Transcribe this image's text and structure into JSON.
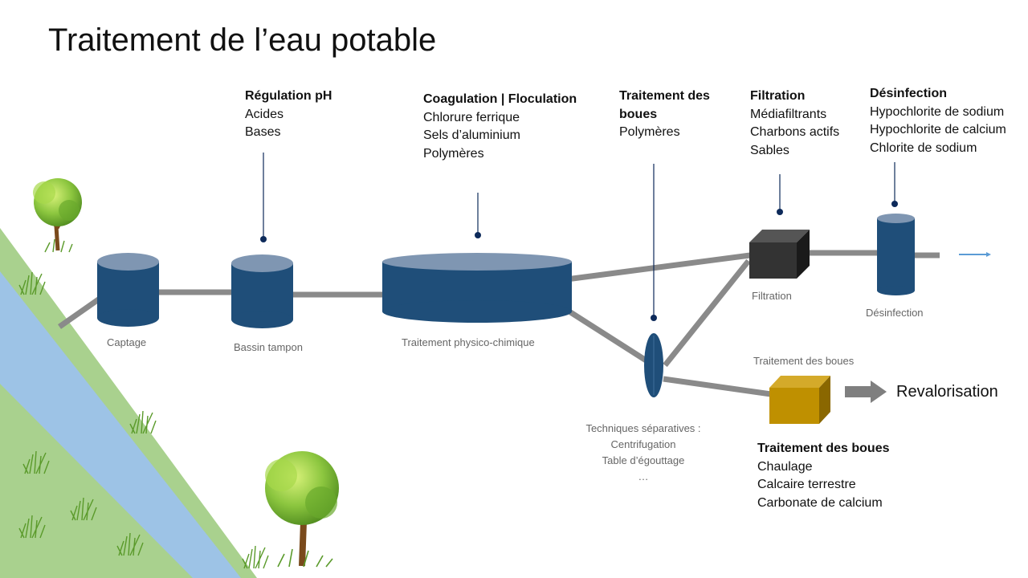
{
  "title": "Traitement de l’eau potable",
  "annotations": {
    "ph": {
      "heading": "Régulation pH",
      "items": [
        "Acides",
        "Bases"
      ]
    },
    "coag": {
      "heading": "Coagulation | Floculation",
      "items": [
        "Chlorure ferrique",
        "Sels d’aluminium",
        "Polymères"
      ]
    },
    "boues_top": {
      "heading_lines": [
        "Traitement des",
        "boues"
      ],
      "items": [
        "Polymères"
      ]
    },
    "filtration": {
      "heading": "Filtration",
      "items": [
        "Médiafiltrants",
        "Charbons actifs",
        "Sables"
      ]
    },
    "desinfection": {
      "heading": "Désinfection",
      "items": [
        "Hypochlorite de sodium",
        "Hypochlorite de calcium",
        "Chlorite de sodium"
      ]
    },
    "boues_bottom": {
      "heading": "Traitement des boues",
      "items": [
        "Chaulage",
        "Calcaire terrestre",
        "Carbonate de calcium"
      ]
    }
  },
  "labels": {
    "captage": "Captage",
    "bassin": "Bassin tampon",
    "physico": "Traitement physico-chimique",
    "filtration": "Filtration",
    "desinfection": "Désinfection",
    "boues": "Traitement des boues"
  },
  "separation": {
    "lines": [
      "Techniques séparatives :",
      "Centrifugation",
      "Table d’égouttage",
      "…"
    ]
  },
  "revalorisation": "Revalorisation",
  "colors": {
    "tank": "#1f4e79",
    "tank_top": "#7f96b2",
    "pipe": "#8a8a8a",
    "filter_box": "#333333",
    "sludge_box": "#bf9000",
    "grass": "#a9d18e",
    "river": "#9dc3e6",
    "marker": "#0d2a5a"
  }
}
